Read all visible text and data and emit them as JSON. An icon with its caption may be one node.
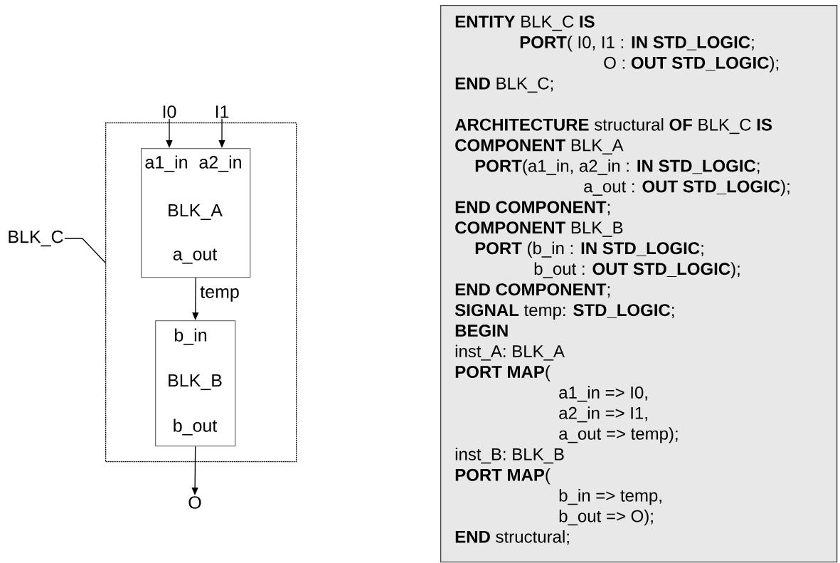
{
  "diagram": {
    "nodes": [
      {
        "text": [
          "BLK_C"
        ]
      },
      {
        "text": [],
        "shape": "box"
      },
      {
        "text": [
          "a1_in",
          "a2_in",
          "BLK_A",
          "a_out"
        ],
        "in": 1
      },
      {
        "text": [
          "b_in",
          "BLK_B",
          "b_out"
        ],
        "in": 1
      },
      {
        "text": [
          "I0"
        ]
      },
      {
        "text": [
          "I1"
        ]
      },
      {
        "text": [
          "O"
        ]
      },
      {
        "text": [
          "**ENTITY** BLK_C **IS**",
          "**PORT**( I0, I1 : **IN STD_LOGIC**;",
          "O : **OUT STD_LOGIC**);",
          "**END** BLK_C;",
          "**ARCHITECTURE** structural **OF** BLK_C **IS**",
          "**COMPONENT** BLK_A",
          "**PORT**(a1_in, a2_in : **IN STD_LOGIC**;",
          "a_out : **OUT STD_LOGIC**);",
          "**END COMPONENT**;",
          "**COMPONENT** BLK_B",
          "**PORT** (b_in : **IN STD_LOGIC**;",
          "b_out : **OUT STD_LOGIC**);",
          "**END COMPONENT**;",
          "**SIGNAL** temp: **STD_LOGIC**;",
          "BEGIN",
          "inst_A: BLK_A",
          "**PORT MAP**(",
          "a1_in => I0,",
          "a2_in => I1,",
          "a_out => temp);",
          "inst_B: BLK_B",
          "**PORT MAP**(",
          "b_in => temp,",
          "b_out => O);",
          "**END** structural;"
        ]
      }
    ],
    "edges": [
      {
        "from": 0,
        "to": 1,
        "arrow": "none"
      },
      {
        "from": 4,
        "to": 2,
        "arrow": "to"
      },
      {
        "from": 5,
        "to": 2,
        "arrow": "to"
      },
      {
        "from": 2,
        "to": 3,
        "arrow": "to",
        "label": "temp"
      },
      {
        "from": 3,
        "to": 6,
        "arrow": "to"
      }
    ]
  }
}
